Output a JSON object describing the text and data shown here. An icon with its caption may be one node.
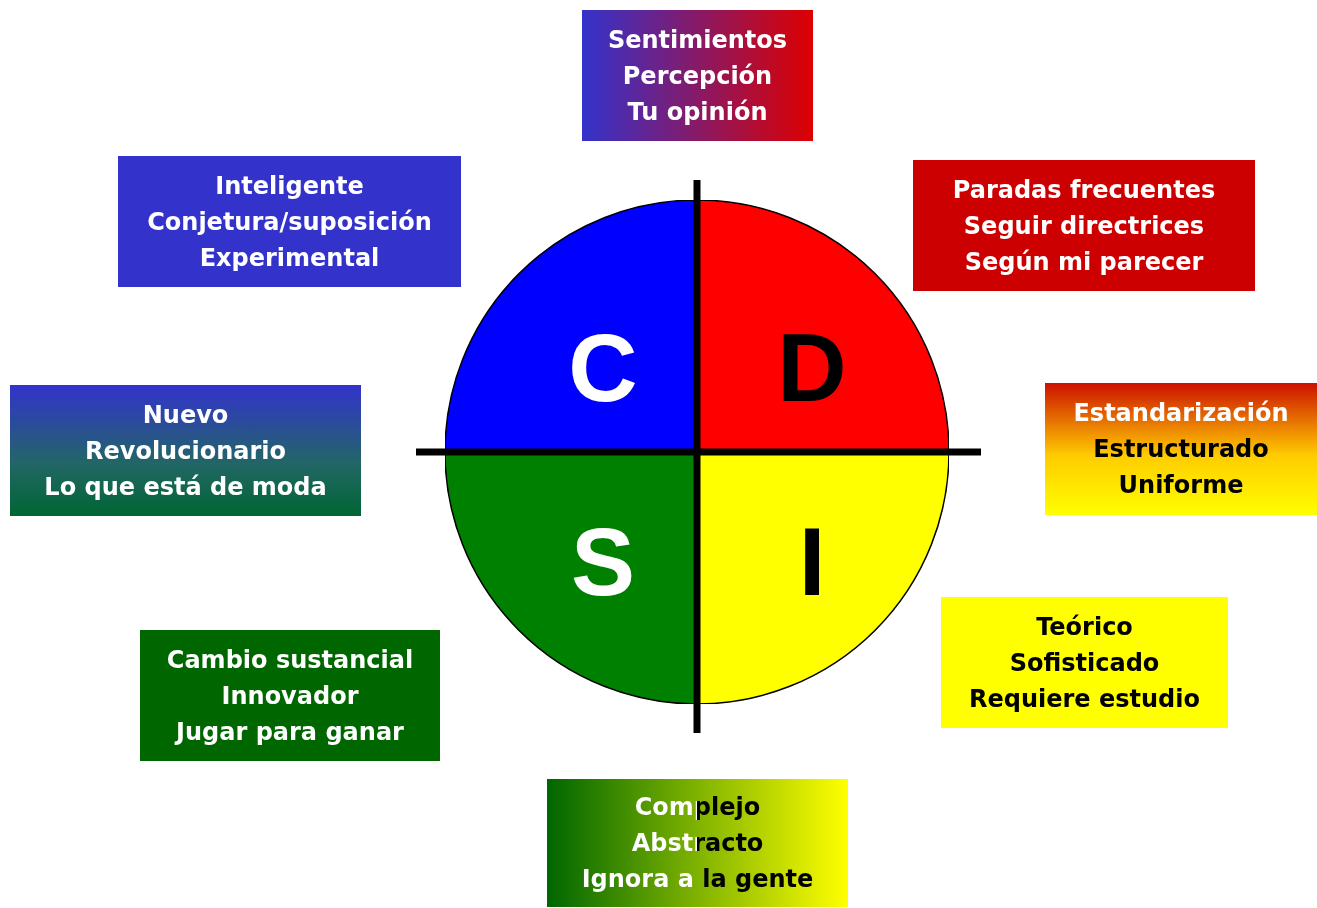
{
  "diagram": {
    "nodes": [
      {
        "text": [
          "Sentimientos",
          "Percepción",
          "Tu opinión"
        ]
      },
      {
        "text": [
          "Inteligente",
          "Conjetura/suposición",
          "Experimental"
        ]
      },
      {
        "text": [
          "Paradas frecuentes",
          "Seguir directrices",
          "Según mi parecer"
        ]
      },
      {
        "text": [
          "Estandarización",
          "Estructurado",
          "Uniforme"
        ]
      },
      {
        "text": [
          "Nuevo",
          "Revolucionario",
          "Lo que está de moda"
        ]
      },
      {
        "text": [
          "Cambio sustancial",
          "Innovador",
          "Jugar para ganar"
        ]
      },
      {
        "text": [
          "Teórico",
          "Sofisticado",
          "Requiere estudio"
        ]
      },
      {
        "text": [
          "Complejo",
          "Abstracto",
          "Ignora a la gente"
        ]
      },
      {
        "text": [
          "C"
        ]
      },
      {
        "text": [
          "D"
        ]
      },
      {
        "text": [
          "S"
        ]
      },
      {
        "text": [
          "I"
        ]
      }
    ],
    "edges": []
  }
}
